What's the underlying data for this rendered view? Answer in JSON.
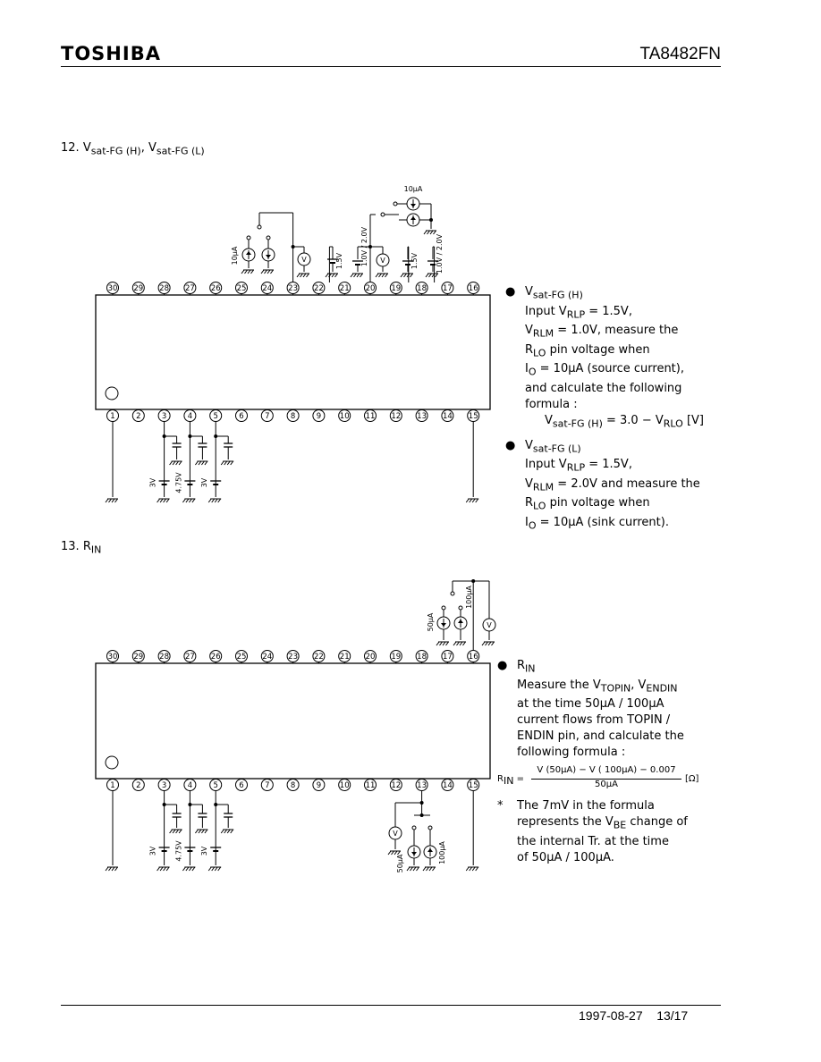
{
  "header": {
    "brand": "TOSHIBA",
    "part_number": "TA8482FN"
  },
  "section12": {
    "num": "12.",
    "title_a_main": "V",
    "title_a_sub": "sat-FG (H)",
    "sep": ",",
    "title_b_main": "V",
    "title_b_sub": "sat-FG (L)",
    "top_pins": [
      "30",
      "29",
      "28",
      "27",
      "26",
      "25",
      "24",
      "23",
      "22",
      "21",
      "20",
      "19",
      "18",
      "17",
      "16"
    ],
    "bottom_pins": [
      "1",
      "2",
      "3",
      "4",
      "5",
      "6",
      "7",
      "8",
      "9",
      "10",
      "11",
      "12",
      "13",
      "14",
      "15"
    ],
    "labels": {
      "i10a": "10µA",
      "i10b": "10µA",
      "v15a": "1.5V",
      "v1020": "1.0V / 2.0V",
      "v15b": "1.5V",
      "v1020b": "1.0V / 2.0V",
      "b3v": "3V",
      "b475": "4.75V",
      "b3vb": "3V",
      "meter": "V"
    },
    "desc": {
      "h_title_main": "V",
      "h_title_sub": "sat-FG (H)",
      "h_l1": "Input V",
      "h_l1_sub": "RLP",
      "h_l1_end": " = 1.5V,",
      "h_l2": "V",
      "h_l2_sub": "RLM",
      "h_l2_end": " = 1.0V,  measure  the",
      "h_l3": "R",
      "h_l3_sub": "LO",
      "h_l3_end": "  pin  voltage  when",
      "h_l4": "I",
      "h_l4_sub": "O",
      "h_l4_end": " = 10µA  (source  current),",
      "h_l5": "and  calculate  the  following",
      "h_l6": "formula  :",
      "h_f1": "V",
      "h_f1_sub": "sat-FG (H)",
      "h_f2": " = 3.0 − V",
      "h_f2_sub": "RLO",
      "h_f3": "  [V]",
      "l_title_main": "V",
      "l_title_sub": "sat-FG (L)",
      "l_l1": "Input V",
      "l_l1_sub": "RLP",
      "l_l1_end": " = 1.5V,",
      "l_l2": "V",
      "l_l2_sub": "RLM",
      "l_l2_end": " = 2.0V  and  measure  the",
      "l_l3": "R",
      "l_l3_sub": "LO",
      "l_l3_end": "  pin  voltage  when",
      "l_l4": "I",
      "l_l4_sub": "O",
      "l_l4_end": " = 10µA  (sink  current)."
    }
  },
  "section13": {
    "num": "13.",
    "title_main": "R",
    "title_sub": "IN",
    "top_pins": [
      "30",
      "29",
      "28",
      "27",
      "26",
      "25",
      "24",
      "23",
      "22",
      "21",
      "20",
      "19",
      "18",
      "17",
      "16"
    ],
    "bottom_pins": [
      "1",
      "2",
      "3",
      "4",
      "5",
      "6",
      "7",
      "8",
      "9",
      "10",
      "11",
      "12",
      "13",
      "14",
      "15"
    ],
    "labels": {
      "i50": "50µA",
      "i100": "100µA",
      "i50b": "50µA",
      "i100b": "100µA",
      "b3v": "3V",
      "b475": "4.75V",
      "b3vb": "3V",
      "meter": "V"
    },
    "desc": {
      "title_main": "R",
      "title_sub": "IN",
      "l1": "Measure  the  V",
      "l1_sub1": "TOPIN",
      "l1_mid": ",  V",
      "l1_sub2": "ENDIN",
      "l2": "at  the  time  50µA / 100µA",
      "l3": "current  flows  from  TOPIN /",
      "l4": "ENDIN  pin,  and  calculate  the",
      "l5": "following  formula  :",
      "f_lhs": "R",
      "f_lhs_sub": "IN",
      "f_eq": " =",
      "f_num": "V  (50µA) − V  ( 100µA) − 0.007",
      "f_den": "50µA",
      "f_unit": "[Ω]",
      "note_mark": "*",
      "n1": "The  7mV  in  the  formula",
      "n2": "represents  the  V",
      "n2_sub": "BE",
      "n2_end": "  change  of",
      "n3": "the  internal  Tr.  at  the  time",
      "n4": "of  50µA / 100µA."
    }
  },
  "footer": {
    "date": "1997-08-27",
    "page": "13/17"
  }
}
